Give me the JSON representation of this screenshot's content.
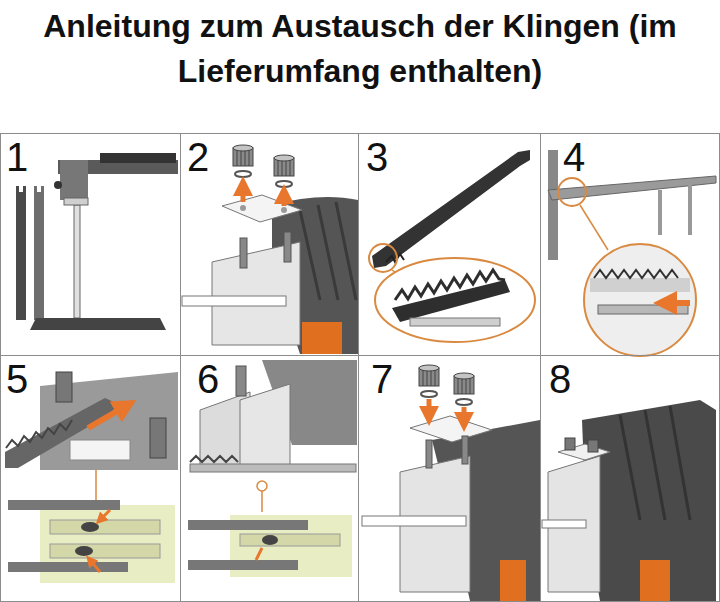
{
  "diagram": {
    "title": "Anleitung zum Austausch der Klingen (im Lieferumfang enthalten)",
    "nodes": [
      {
        "text": [
          "1"
        ]
      },
      {
        "text": [
          "2"
        ]
      },
      {
        "text": [
          "3"
        ]
      },
      {
        "text": [
          "4"
        ]
      },
      {
        "text": [
          "5"
        ]
      },
      {
        "text": [
          "6"
        ]
      },
      {
        "text": [
          "7"
        ]
      },
      {
        "text": [
          "8"
        ]
      }
    ]
  }
}
